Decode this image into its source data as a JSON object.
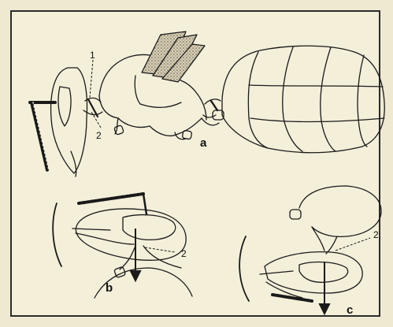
{
  "figure": {
    "labels": {
      "panel_a": "a",
      "panel_b": "b",
      "panel_c": "c",
      "callout_1": "1",
      "callout_2_a": "2",
      "callout_2_b": "2",
      "callout_2_c": "2"
    },
    "colors": {
      "background": "#f4efd9",
      "ink": "#1a1a1a",
      "wing_fill": "#c9c1a6"
    }
  }
}
